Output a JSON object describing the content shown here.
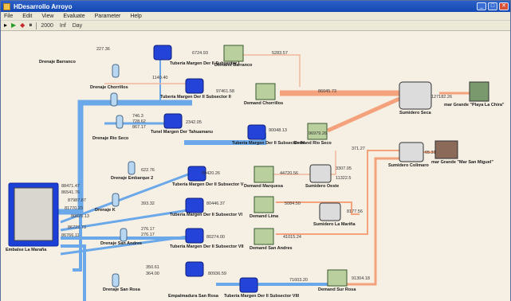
{
  "window": {
    "title": "HDesarrollo Arroyo",
    "close_glyph": "✕",
    "max_glyph": "□",
    "min_glyph": "_"
  },
  "menu": [
    "File",
    "Edit",
    "View",
    "Evaluate",
    "Parameter",
    "Help"
  ],
  "toolbar": {
    "zoom": "2000",
    "unit": "Inf",
    "step": "Day"
  },
  "colors": {
    "canvas_bg": "#f6efe4",
    "river": "#6aa8ea",
    "supply": "#f4a27c",
    "link": "#f0b79c"
  },
  "nodes": {
    "embalse": "Embalse La Maraña",
    "dren_barranco": "Drenaje Barranco",
    "dren_chorrillos": "Drenaje Chorrillos",
    "dren_rio_seco": "Drenaje Rio Seco",
    "dren_embarque": "Drenaje Embarque 2",
    "dren_k": "Drenaje K",
    "dren_san_andres": "Drenaje San Andres",
    "dren_san_rosa": "Drenaje San Rosa",
    "tunel_ii": "Tunel Margen Der Tahuamanu",
    "tunel_1": "Tubería Margen Der II Subsector I",
    "tunel_2": "Tubería Margen Der II Subsector II",
    "tunel_4": "Tubería Margen Der II Subsector IV",
    "tunel_5": "Tubería Margen Der II Subsector V",
    "tunel_6": "Tubería Margen Der II Subsector VI",
    "tunel_7": "Tubería Margen Der II Subsector VII",
    "tunel_8": "Tubería Margen Der II Subsector VIII",
    "tunel_san_rosa": "Empalmadura San Rosa",
    "dem_barranco": "Demand Barranco",
    "dem_chorrillos": "Demand Chorrillos",
    "dem_rio_seco": "Demand Rio Seco",
    "dem_marquesa": "Demand Marquesa",
    "dem_lima": "Demand Lima",
    "dem_san_andres": "Demand San Andres",
    "dem_sur_rosa": "Demand Sur Rosa",
    "sum_seca": "Sumidero Seca",
    "sum_oeste": "Sumidero Oeste",
    "sum_la_mariña": "Sumidero La Mariña",
    "sum_colimaro": "Sumidero Colimaro",
    "mar_playa": "mar Grande \"Playa La Chira\"",
    "mar_san_miguel": "mar Grande \"Mar San Miguel\""
  },
  "values": {
    "v_barranco": "227.36",
    "v_t1_a": "6724.93",
    "v_t1_b": "5283.57",
    "v_chorr": "1140.40",
    "v_t2_in": "97461.58",
    "v_t2_out": "86045.73",
    "v_seca": "127182.26",
    "v_rio_a": "746.3",
    "v_rio_b": "728.62",
    "v_rio_c": "867.17",
    "v_tunel_ii": "2342.05",
    "v_t4_in": "90048.13",
    "v_t4_out": "96979.26",
    "v_colimaro_a": "371.27",
    "v_colimaro_b": "65.31",
    "v_emb_1": "88471.47",
    "v_emb_2": "86541.76",
    "v_emb_3": "87987.87",
    "v_emb_4": "81770.23",
    "v_emb_5": "80025.13",
    "v_emb_6": "86723.73",
    "v_emb_7": "86766.11",
    "v_emb2_a": "622.76",
    "v_t4b": "80420.26",
    "v_marq": "44720.56",
    "v_oeste_a": "3307.05",
    "v_oeste_b": "11322.5",
    "v_k_a": "393.32",
    "v_t5": "80446.37",
    "v_lima": "5084.50",
    "v_mar_a": "8177.56",
    "v_sa_a": "276.17",
    "v_sa_b": "276.17",
    "v_t6": "80274.00",
    "v_t6b": "41015.24",
    "v_sr_a": "350.61",
    "v_sr_b": "364.00",
    "v_t8_in": "80936.59",
    "v_t8_b": "71603.20",
    "v_t8_c": "91304.18"
  }
}
